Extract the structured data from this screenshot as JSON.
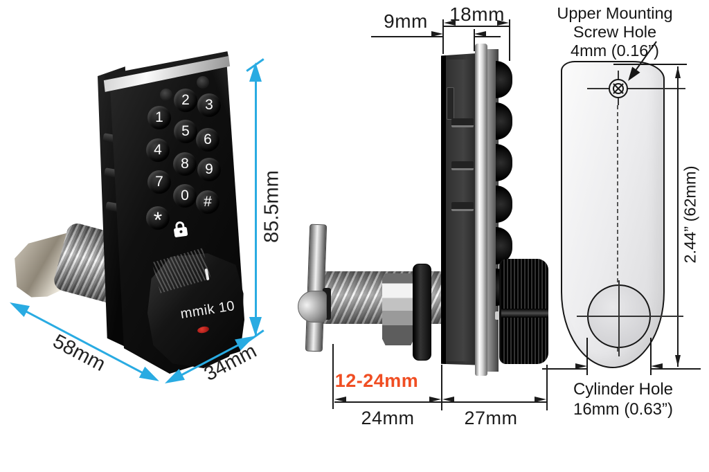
{
  "palette": {
    "accent": "#29ABE2",
    "highlight": "#F04E23",
    "line": "#1b1b1b"
  },
  "front_view": {
    "brand": "mmik 10",
    "keypad": {
      "keys": [
        "1",
        "2",
        "3",
        "4",
        "5",
        "6",
        "7",
        "8",
        "9",
        "*",
        "0",
        "#"
      ]
    },
    "dimensions": {
      "height": "85.5mm",
      "width": "58mm",
      "depth": "34mm"
    }
  },
  "side_view": {
    "dimensions": {
      "front_offset": "9mm",
      "head_depth": "18mm",
      "grip_range": "12-24mm",
      "thread_length": "24mm",
      "housing_depth": "27mm"
    }
  },
  "back_view": {
    "upper_mounting_hole": {
      "line1": "Upper Mounting",
      "line2": "Screw Hole",
      "line3": "4mm (0.16”)"
    },
    "plate_height": "2.44” (62mm)",
    "cylinder_hole": {
      "line1": "Cylinder Hole",
      "line2": "16mm (0.63”)"
    }
  }
}
